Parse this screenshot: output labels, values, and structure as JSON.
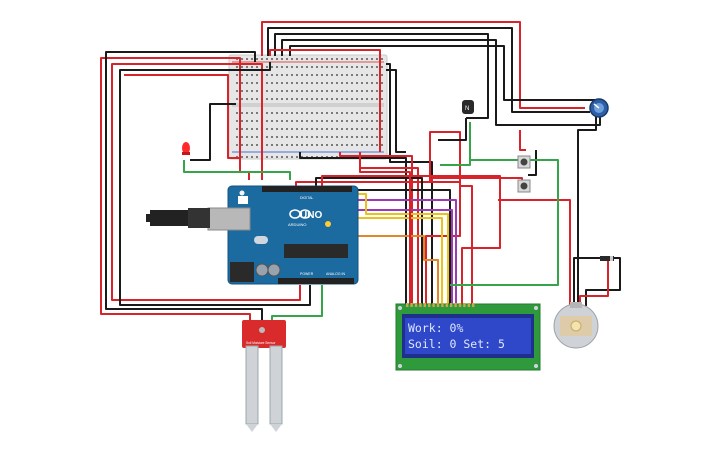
{
  "diagram": {
    "arduino": {
      "brand": "ARDUINO",
      "model": "UNO",
      "header_digital": "DIGITAL",
      "header_power": "POWER",
      "header_analog": "ANALOG IN",
      "color": "#1b6aa0"
    },
    "lcd": {
      "line1": "Work:   0%",
      "line2": "Soil: 0 Set: 5",
      "backlight_color": "#2f47c9"
    },
    "soil_sensor": {
      "label": "Soil Moisture Sensor",
      "color": "#d92b2b"
    },
    "transistor": {
      "label": "N"
    },
    "wire_colors": {
      "red": "#d8232a",
      "black": "#1a1a1a",
      "green": "#36a54a",
      "yellow": "#e8c21d",
      "orange": "#e3862a",
      "purple": "#9b3bb3",
      "blue": "#2f6fd6"
    }
  }
}
